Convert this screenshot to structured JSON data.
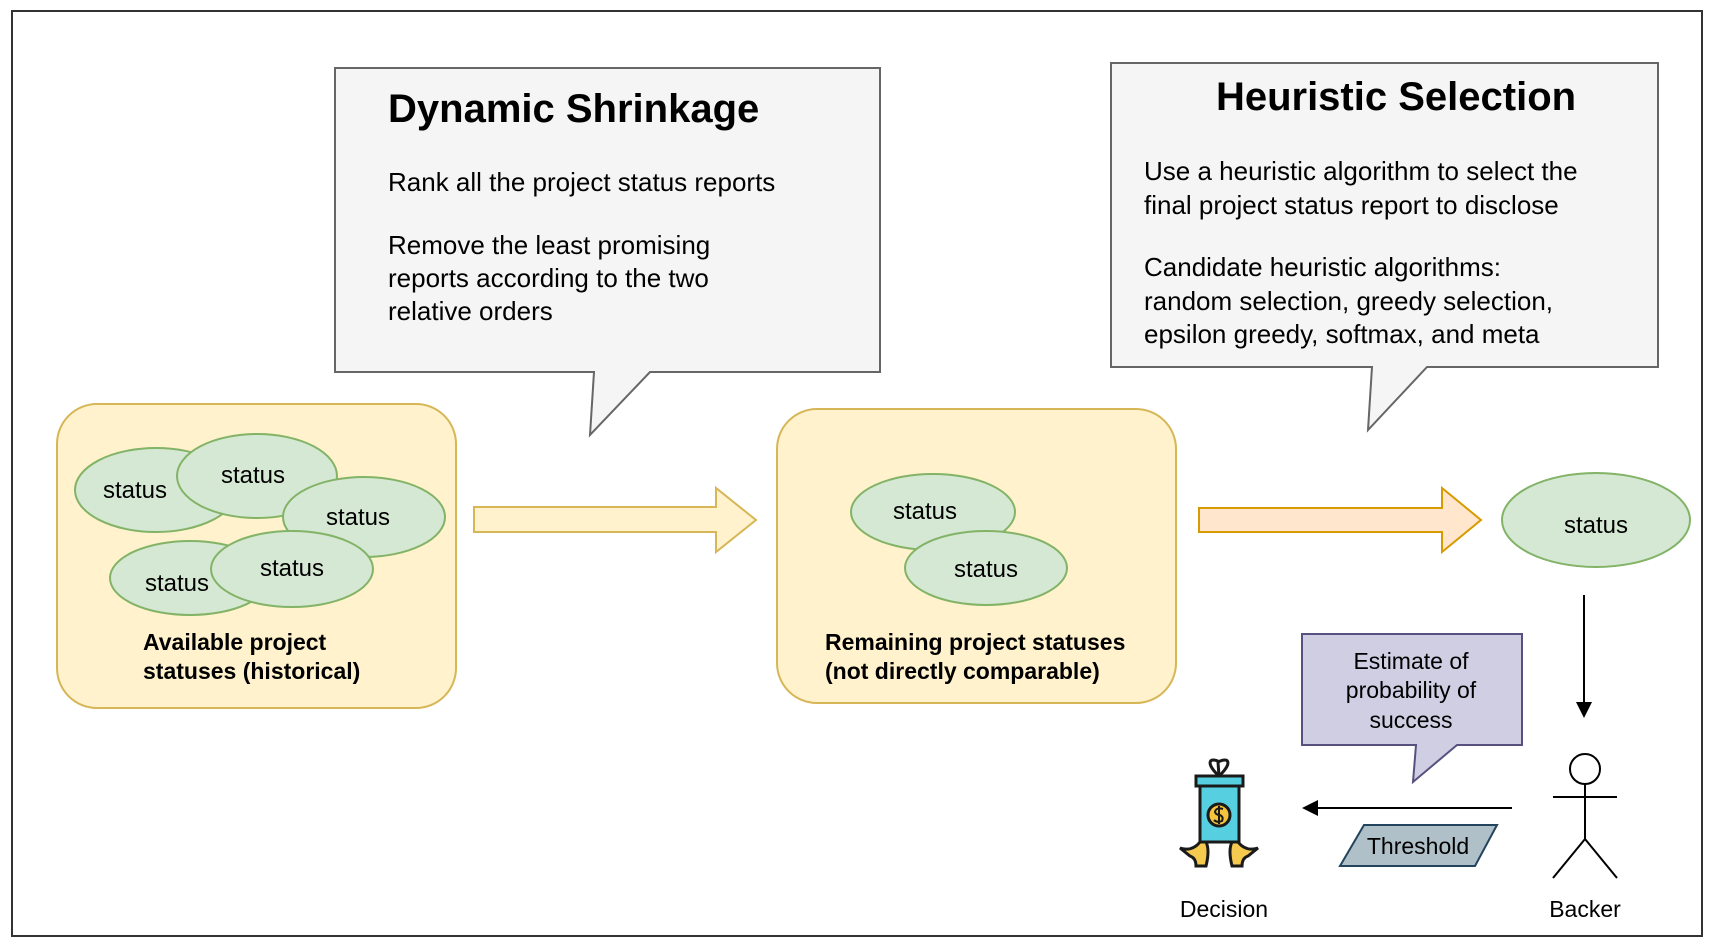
{
  "callouts": {
    "shrinkage": {
      "title": "Dynamic Shrinkage",
      "line1": "Rank all the project status reports",
      "line2a": "Remove the least promising",
      "line2b": "reports according to the two",
      "line2c": "relative orders"
    },
    "heuristic": {
      "title": "Heuristic Selection",
      "line1a": "Use a heuristic algorithm to select the",
      "line1b": "final project status report to disclose",
      "line2a": "Candidate heuristic algorithms:",
      "line2b": "random selection, greedy selection,",
      "line2c": "epsilon greedy, softmax, and meta"
    },
    "estimate": {
      "line1": "Estimate of",
      "line2": "probability of",
      "line3": "success"
    }
  },
  "ellipse_label": "status",
  "boxes": {
    "available": {
      "line1": "Available project",
      "line2": "statuses (historical)"
    },
    "remaining": {
      "line1": "Remaining project statuses",
      "line2": "(not directly comparable)"
    }
  },
  "threshold_label": "Threshold",
  "decision_label": "Decision",
  "backer_label": "Backer",
  "colors": {
    "box_fill": "#fff2cc",
    "box_stroke": "#d6b656",
    "ellipse_fill": "#d5e8d4",
    "ellipse_stroke": "#82b366",
    "callout_fill": "#f5f5f5",
    "callout_stroke": "#666666",
    "estimate_fill": "#d0cee2",
    "estimate_stroke": "#56517e",
    "threshold_fill": "#b0c0c8",
    "arrow2_fill": "#ffe6cc",
    "arrow2_stroke": "#d79b00"
  },
  "icons": {
    "decision": "gift-box-money-icon",
    "backer": "stick-figure-icon"
  }
}
